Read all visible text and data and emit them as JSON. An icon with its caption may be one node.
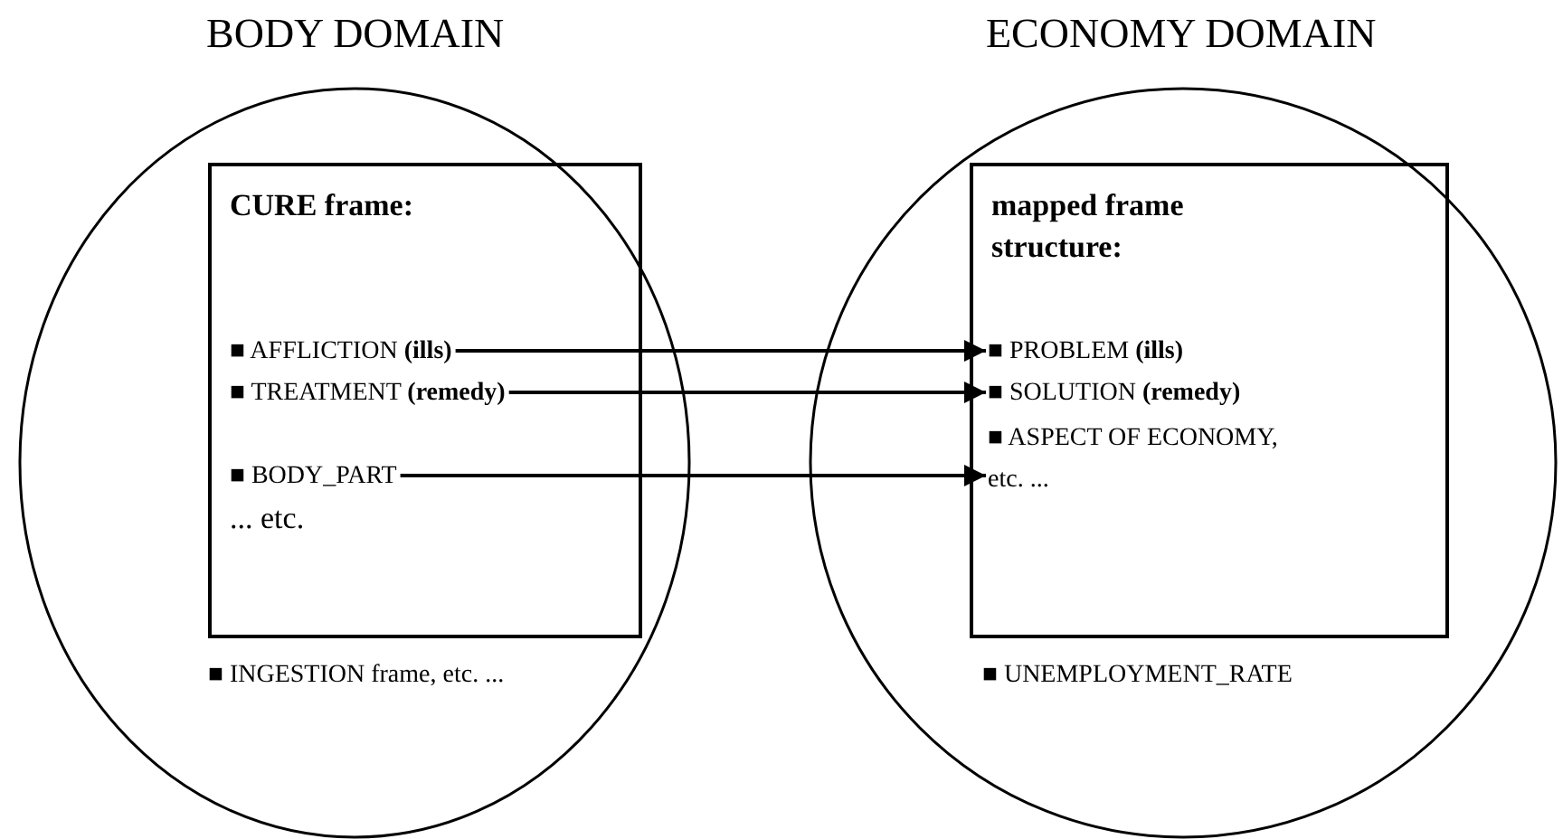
{
  "diagram": {
    "nodes": [
      {
        "text": [
          "BODY DOMAIN"
        ]
      },
      {
        "text": [
          "CURE frame:"
        ],
        "in": 0
      },
      {
        "text": [
          "■ AFFLICTION **(ills)**"
        ],
        "in": 1
      },
      {
        "text": [
          "■ TREATMENT **(remedy)**"
        ],
        "in": 1
      },
      {
        "text": [
          "■ BODY_PART"
        ],
        "in": 1
      },
      {
        "text": [
          "ECONOMY DOMAIN"
        ]
      },
      {
        "text": [
          "mapped frame structure:"
        ],
        "in": 5
      },
      {
        "text": [
          "■ PROBLEM **(ills)**"
        ],
        "in": 6
      },
      {
        "text": [
          "■ SOLUTION **(remedy)**"
        ],
        "in": 6
      },
      {
        "text": [
          "■ ASPECT OF ECONOMY, etc. ..."
        ],
        "in": 6
      }
    ],
    "edges": [
      {
        "from": 2,
        "to": 7,
        "arrow": "to"
      },
      {
        "from": 3,
        "to": 8,
        "arrow": "to"
      },
      {
        "from": 4,
        "to": 9,
        "arrow": "to"
      }
    ],
    "labels": [
      "... etc.",
      "■ INGESTION frame, etc. ...",
      "■ UNEMPLOYMENT_RATE"
    ]
  }
}
